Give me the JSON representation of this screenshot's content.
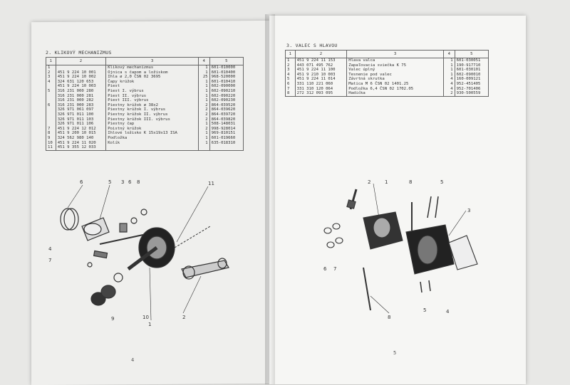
{
  "left": {
    "section_title": "2. KLIKOVÝ MECHANIZMUS",
    "columns": [
      "1",
      "2",
      "3",
      "4",
      "5"
    ],
    "rows": [
      {
        "pos": "1",
        "code": "",
        "name": "Klikový mechanizmus",
        "qty": "1",
        "num": "601-010000"
      },
      {
        "pos": "2",
        "code": "451 9 224 10 001",
        "name": "Ojnica s čapom a ložiskom",
        "qty": "1",
        "num": "601-010400"
      },
      {
        "pos": "3",
        "code": "451 9 224 10 002",
        "name": "Ihla ø 2,0 ČSN 02 3695",
        "qty": "25",
        "num": "968-520000"
      },
      {
        "pos": "4",
        "code": "324 631 120 653",
        "name": "Čapy krúžok",
        "qty": "1",
        "num": "601-010410"
      },
      {
        "pos": "",
        "code": "451 9 224 10 003",
        "name": "Piest",
        "qty": "1",
        "num": "602-090000"
      },
      {
        "pos": "5",
        "code": "316 231 000 280",
        "name": "Piest    I. výbrus",
        "qty": "1",
        "num": "602-090210"
      },
      {
        "pos": "",
        "code": "316 231 000 281",
        "name": "Piest   II. výbrus",
        "qty": "1",
        "num": "602-090220"
      },
      {
        "pos": "",
        "code": "316 231 000 282",
        "name": "Piest  III. výbrus",
        "qty": "1",
        "num": "602-090230"
      },
      {
        "pos": "6",
        "code": "316 231 000 283",
        "name": "Piestny krúžok ø 38x2",
        "qty": "2",
        "num": "864-039520"
      },
      {
        "pos": "",
        "code": "326 971 061 097",
        "name": "Piestny krúžok   I. výbrus",
        "qty": "2",
        "num": "864-039620"
      },
      {
        "pos": "",
        "code": "326 971 011 100",
        "name": "Piestny krúžok  II. výbrus",
        "qty": "2",
        "num": "864-039720"
      },
      {
        "pos": "",
        "code": "326 971 011 103",
        "name": "Piestny krúžok III. výbrus",
        "qty": "2",
        "num": "864-039820"
      },
      {
        "pos": "",
        "code": "326 971 011 106",
        "name": "Piestny čap",
        "qty": "1",
        "num": "508-148031"
      },
      {
        "pos": "7",
        "code": "451 9 224 12 012",
        "name": "Poistný krúžok",
        "qty": "2",
        "num": "998-928014"
      },
      {
        "pos": "8",
        "code": "451 9 200 10 015",
        "name": "Ihlové ložisko K 15x19x13 ISA",
        "qty": "1",
        "num": "969-810151"
      },
      {
        "pos": "9",
        "code": "324 562 980 140",
        "name": "Podložka",
        "qty": "1",
        "num": "601-019660"
      },
      {
        "pos": "10",
        "code": "451 9 224 11 020",
        "name": "Kolík",
        "qty": "1",
        "num": "635-018310"
      },
      {
        "pos": "11",
        "code": "451 9 355 12 033",
        "name": "",
        "qty": "",
        "num": ""
      }
    ],
    "callouts": [
      "6",
      "5",
      "3",
      "6",
      "8",
      "11",
      "4",
      "7",
      "9",
      "1",
      "10",
      "2"
    ],
    "page_number": "4"
  },
  "right": {
    "section_title": "3. VALEC S HLAVOU",
    "columns": [
      "1",
      "2",
      "3",
      "4",
      "5"
    ],
    "rows": [
      {
        "pos": "1",
        "code": "451 9 224 11 153",
        "name": "Hlava valca",
        "qty": "1",
        "num": "601-030051"
      },
      {
        "pos": "2",
        "code": "443 071 495 762",
        "name": "Zapaľovacia sviečka K 75",
        "qty": "1",
        "num": "190-917710"
      },
      {
        "pos": "3",
        "code": "451 9 224 11 100",
        "name": "Valec úplný",
        "qty": "1",
        "num": "601-030101"
      },
      {
        "pos": "4",
        "code": "451 9 210 10 003",
        "name": "Tesnenie pod valec",
        "qty": "1",
        "num": "602-090010"
      },
      {
        "pos": "5",
        "code": "451 9 224 11 014",
        "name": "Závrtná skrutka",
        "qty": "4",
        "num": "160-009121"
      },
      {
        "pos": "6",
        "code": "331 110 221 060",
        "name": "Matica M 6 ČSN 02 1401.25",
        "qty": "4",
        "num": "952-451405"
      },
      {
        "pos": "7",
        "code": "331 310 120 064",
        "name": "Podložka 6,4 ČSN 02 1702.05",
        "qty": "4",
        "num": "952-701406"
      },
      {
        "pos": "8",
        "code": "272 312 093 095",
        "name": "Hadička",
        "qty": "2",
        "num": "930-500559"
      }
    ],
    "callouts": [
      "2",
      "1",
      "8",
      "5",
      "3",
      "6",
      "7",
      "8",
      "5",
      "4"
    ],
    "page_number": "5"
  }
}
